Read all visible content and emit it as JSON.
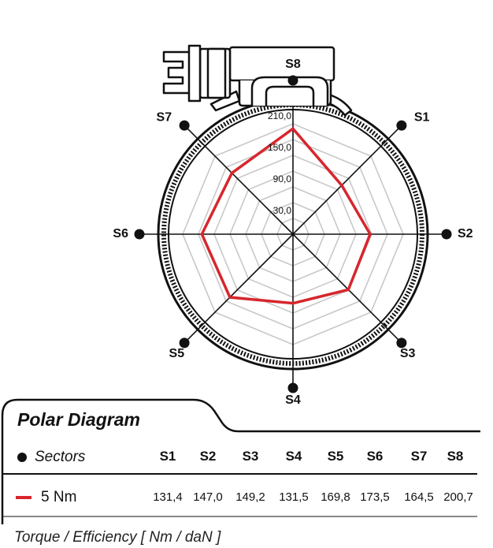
{
  "chart_data": {
    "type": "radar",
    "categories": [
      "S1",
      "S2",
      "S3",
      "S4",
      "S5",
      "S6",
      "S7",
      "S8"
    ],
    "series": [
      {
        "name": "5 Nm",
        "values": [
          131.4,
          147.0,
          149.2,
          131.5,
          169.8,
          173.5,
          164.5,
          200.7
        ],
        "color": "#d7262d"
      }
    ],
    "radial_ticks": [
      30,
      90,
      150,
      210
    ],
    "radial_tick_labels": [
      "30,0",
      "90,0",
      "150,0",
      "210,0"
    ],
    "rlim": [
      0,
      210
    ],
    "grid": true,
    "legend": "bottom-left"
  },
  "panel": {
    "title": "Polar Diagram",
    "sectors_label": "Sectors",
    "headers": [
      "S1",
      "S2",
      "S3",
      "S4",
      "S5",
      "S6",
      "S7",
      "S8"
    ],
    "series_label": "5 Nm",
    "values_text": [
      "131,4",
      "147,0",
      "149,2",
      "131,5",
      "169,8",
      "173,5",
      "164,5",
      "200,7"
    ]
  },
  "footer": "Torque / Efficiency [ Nm / daN ]",
  "colors": {
    "series": "#d7262d",
    "grid": "#c8c8c8",
    "ink": "#111111"
  }
}
